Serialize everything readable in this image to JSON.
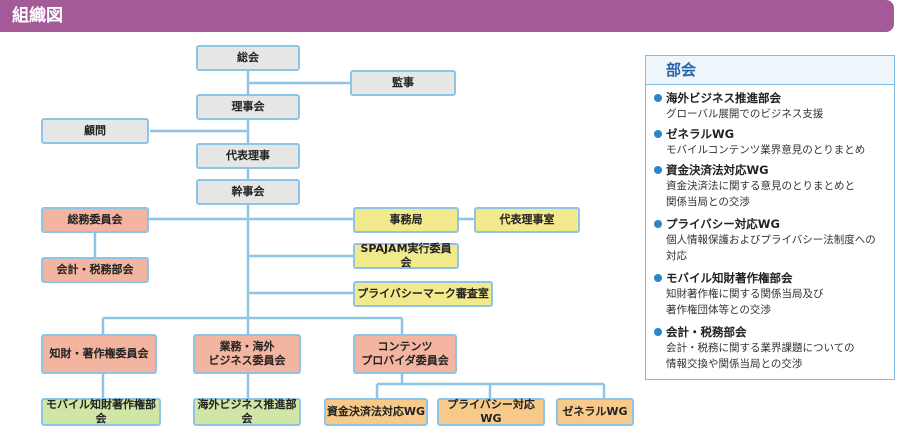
{
  "header": {
    "title": "組織図"
  },
  "chart": {
    "soukai": "総会",
    "kanji": "監事",
    "rijikai": "理事会",
    "komon": "顧問",
    "daihyo_riji": "代表理事",
    "kanjikai": "幹事会",
    "soumu_iinkai": "総務委員会",
    "jimukyoku": "事務局",
    "daihyo_rijishitsu": "代表理事室",
    "kaikei_zeimu_bukai": "会計・税務部会",
    "spajam": "SPAJAM実行委員会",
    "privacy_mark": "プライバシーマーク審査室",
    "chizai_iinkai": "知財・著作権委員会",
    "gyomu_kaigai_iinkai": "業務・海外\nビジネス委員会",
    "contents_provider_iinkai": "コンテンツ\nプロバイダ委員会",
    "mobile_chosakuken_bukai": "モバイル知財著作権部会",
    "kaigai_business_bukai": "海外ビジネス推進部会",
    "shikin_wg": "資金決済法対応WG",
    "privacy_wg": "プライバシー対応WG",
    "general_wg": "ゼネラルWG"
  },
  "bukai": {
    "title": "部会",
    "items": [
      {
        "name": "海外ビジネス推進部会",
        "desc": "グローバル展開でのビジネス支援"
      },
      {
        "name": "ゼネラルWG",
        "desc": "モバイルコンテンツ業界意見のとりまとめ"
      },
      {
        "name": "資金決済法対応WG",
        "desc": "資金決済法に関する意見のとりまとめと\n関係当局との交渉"
      },
      {
        "name": "プライバシー対応WG",
        "desc": "個人情報保護およびプライバシー法制度への\n対応"
      },
      {
        "name": "モバイル知財著作権部会",
        "desc": "知財著作権に関する関係当局及び\n著作権団体等との交渉"
      },
      {
        "name": "会計・税務部会",
        "desc": "会計・税務に関する業界課題についての\n情報交換や関係当局との交渉"
      }
    ]
  },
  "colors": {
    "header": "#a35a96",
    "connector": "#8ec4e6",
    "gray": "#e6e6e6",
    "pink": "#f3b4a0",
    "yellow": "#f2e88c",
    "green": "#cfe6a6",
    "orange": "#f7ca89",
    "bullet": "#2a86c8"
  }
}
